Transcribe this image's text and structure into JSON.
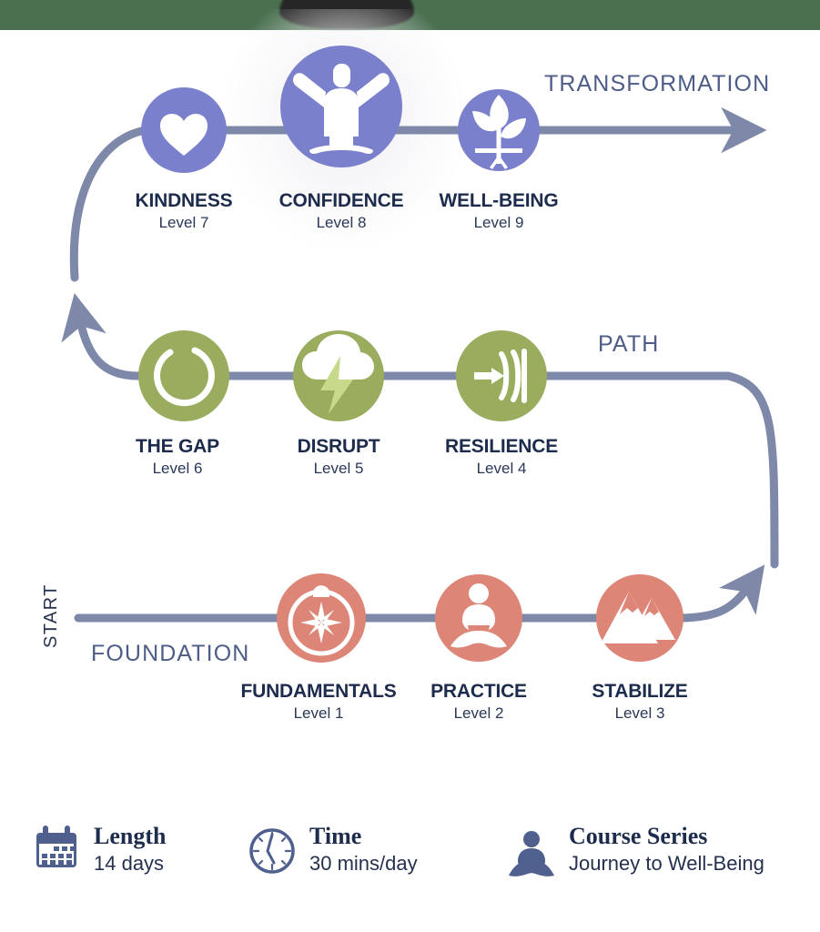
{
  "colors": {
    "top_bar_green": "#4a7050",
    "foundation_rose": "#dd8678",
    "path_olive": "#9aad5f",
    "transformation_purple": "#7b80cc",
    "connector_slate": "#7e88a8",
    "label_navy": "#1d2b4c",
    "phase_slate_blue": "#4d5d87",
    "bolt_light_green": "#c7d98a"
  },
  "phases": {
    "foundation": "FOUNDATION",
    "path": "PATH",
    "transformation": "TRANSFORMATION",
    "start": "START"
  },
  "rows": {
    "transformation": [
      {
        "title": "KINDNESS",
        "level": "Level 7",
        "icon": "heart-icon"
      },
      {
        "title": "CONFIDENCE",
        "level": "Level 8",
        "icon": "person-arms-raised-icon"
      },
      {
        "title": "WELL-BEING",
        "level": "Level 9",
        "icon": "plant-leaves-icon"
      }
    ],
    "path": [
      {
        "title": "THE GAP",
        "level": "Level 6",
        "icon": "open-circle-icon"
      },
      {
        "title": "DISRUPT",
        "level": "Level 5",
        "icon": "storm-cloud-lightning-icon"
      },
      {
        "title": "RESILIENCE",
        "level": "Level 4",
        "icon": "arrow-through-waves-icon"
      }
    ],
    "foundation": [
      {
        "title": "FUNDAMENTALS",
        "level": "Level 1",
        "icon": "compass-icon"
      },
      {
        "title": "PRACTICE",
        "level": "Level 2",
        "icon": "meditating-person-icon"
      },
      {
        "title": "STABILIZE",
        "level": "Level 3",
        "icon": "mountains-icon"
      }
    ]
  },
  "footer": [
    {
      "icon": "calendar-icon",
      "title": "Length",
      "value": "14 days"
    },
    {
      "icon": "clock-icon",
      "title": "Time",
      "value": "30 mins/day"
    },
    {
      "icon": "meditating-person-icon",
      "title": "Course Series",
      "value": "Journey to Well-Being"
    }
  ]
}
